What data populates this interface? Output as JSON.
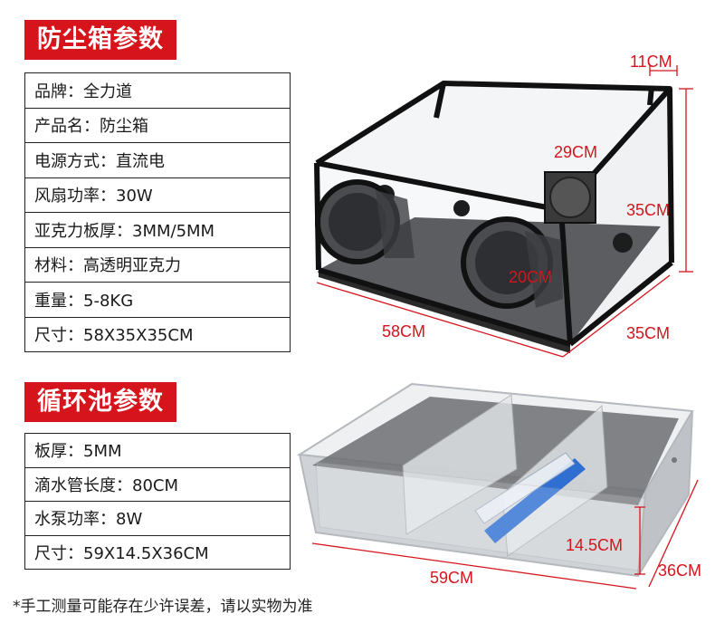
{
  "dust_box": {
    "title": "防尘箱参数",
    "specs": [
      "品牌：全力道",
      "产品名：防尘箱",
      "电源方式：直流电",
      "风扇功率：30W",
      "亚克力板厚：3MM/5MM",
      "材料：高透明亚克力",
      "重量：5-8KG",
      "尺寸：58X35X35CM"
    ],
    "dimensions": {
      "top_depth": "11CM",
      "slope": "29CM",
      "height": "35CM",
      "port": "20CM",
      "width": "58CM",
      "depth": "35CM"
    }
  },
  "tank": {
    "title": "循环池参数",
    "specs": [
      "板厚：5MM",
      "滴水管长度：80CM",
      "水泵功率：8W",
      "尺寸：59X14.5X36CM"
    ],
    "dimensions": {
      "height": "14.5CM",
      "width": "59CM",
      "depth": "36CM"
    }
  },
  "footnote": "*手工测量可能存在少许误差，请以实物为准",
  "colors": {
    "accent": "#d6141c",
    "frame": "#111111"
  }
}
